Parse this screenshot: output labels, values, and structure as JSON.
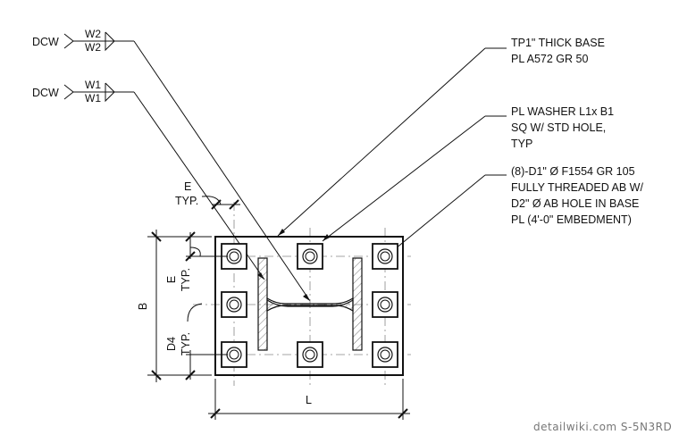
{
  "callouts": {
    "dcw_upper": "DCW",
    "dcw_lower": "DCW",
    "weld_upper_top": "W2",
    "weld_upper_bottom": "W2",
    "weld_lower_top": "W1",
    "weld_lower_bottom": "W1",
    "base_plate": [
      "TP1\" THICK BASE",
      "PL A572 GR 50"
    ],
    "washer": [
      "PL WASHER L1x B1",
      "SQ W/ STD HOLE,",
      "TYP"
    ],
    "anchor_bolts": [
      "(8)-D1\" Ø F1554 GR 105",
      "FULLY THREADED AB W/",
      "D2\" Ø AB HOLE IN BASE",
      "PL (4'-0\" EMBEDMENT)"
    ]
  },
  "dimensions": {
    "e_top": "E",
    "typ_top": "TYP.",
    "e_side": "E",
    "typ_side": "TYP.",
    "d4_side": "D4",
    "typ_side2": "TYP.",
    "b": "B",
    "l": "L"
  },
  "watermark": "detailwiki.com   S-5N3RD"
}
